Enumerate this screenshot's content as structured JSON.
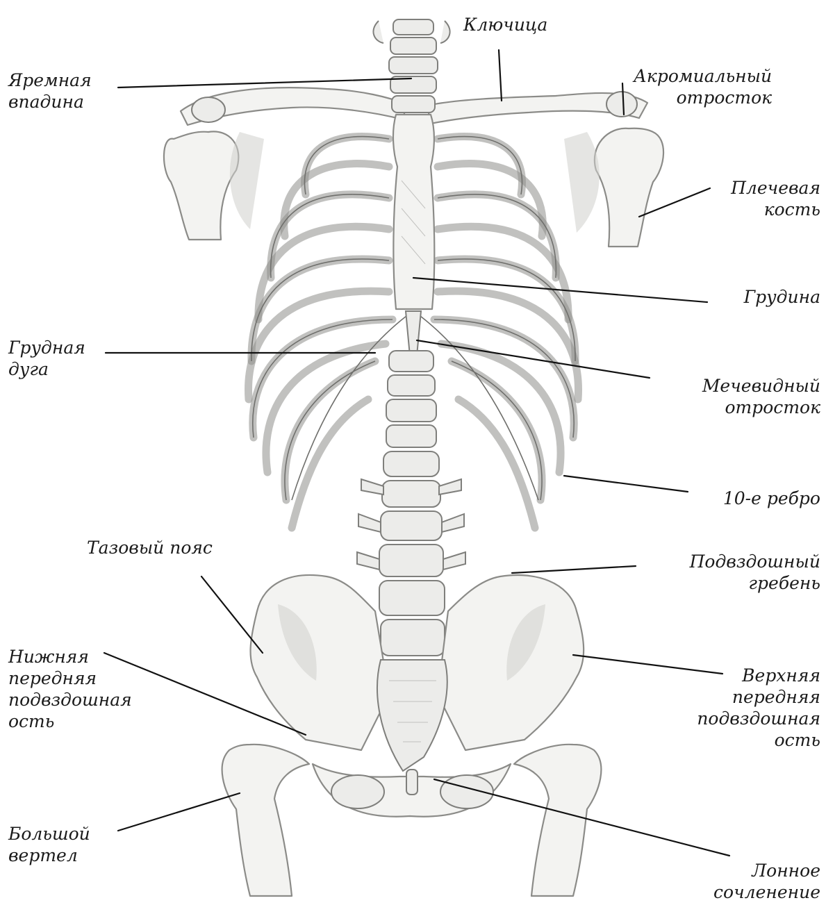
{
  "labels": {
    "klyuchitsa": "Ключица",
    "yaremnaya_1": "Яремная",
    "yaremnaya_2": "впадина",
    "akromial_1": "Акромиальный",
    "akromial_2": "отросток",
    "plechevaya_1": "Плечевая",
    "plechevaya_2": "кость",
    "grudina": "Грудина",
    "grudnaya_duga_1": "Грудная",
    "grudnaya_duga_2": "дуга",
    "mechevidny_1": "Мечевидный",
    "mechevidny_2": "отросток",
    "rebro10": "10-е ребро",
    "tazovy_poyas": "Тазовый пояс",
    "podvzdoshny_greben_1": "Подвздошный",
    "podvzdoshny_greben_2": "гребень",
    "nizhnyaya_ost_1": "Нижняя",
    "nizhnyaya_ost_2": "передняя",
    "nizhnyaya_ost_3": "подвздошная",
    "nizhnyaya_ost_4": "ость",
    "verkhnyaya_ost_1": "Верхняя",
    "verkhnyaya_ost_2": "передняя",
    "verkhnyaya_ost_3": "подвздошная",
    "verkhnyaya_ost_4": "ость",
    "bolshoy_vertel_1": "Большой",
    "bolshoy_vertel_2": "вертел",
    "lonnoe_1": "Лонное",
    "lonnoe_2": "сочленение"
  },
  "colors": {
    "bone_fill": "#f3f3f1",
    "bone_stroke": "#8b8b88",
    "leader": "#111111",
    "text": "#1a1a1a"
  }
}
